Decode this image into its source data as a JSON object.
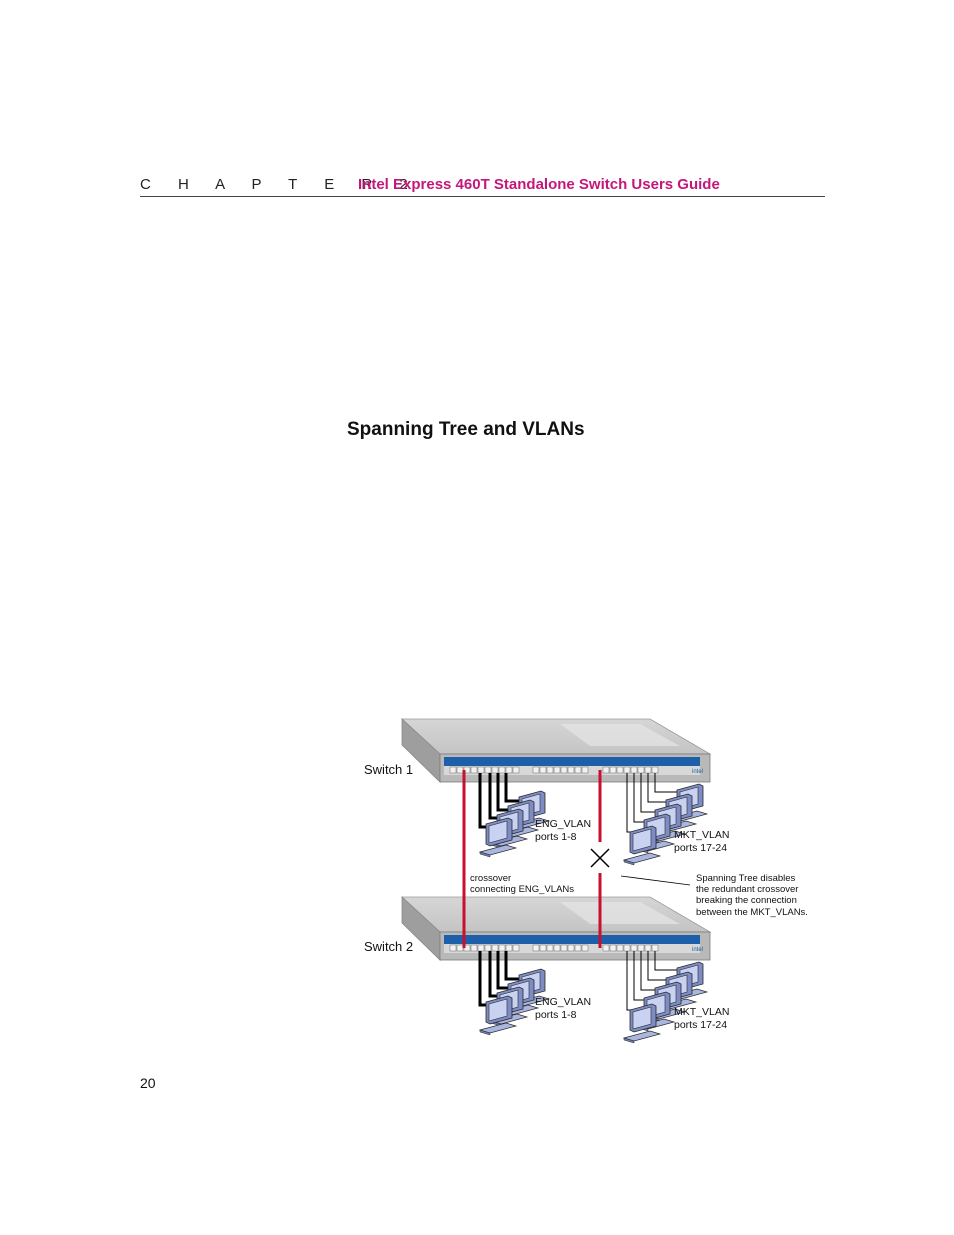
{
  "header": {
    "chapter": "C H A P T E R 2",
    "guide_title": "Intel Express 460T Standalone Switch Users Guide"
  },
  "section_title": "Spanning Tree and VLANs",
  "page_number": "20",
  "diagram": {
    "switch1_label": "Switch 1",
    "switch2_label": "Switch 2",
    "eng1": {
      "name": "ENG_VLAN",
      "ports": "ports 1-8"
    },
    "mkt1": {
      "name": "MKT_VLAN",
      "ports": "ports 17-24"
    },
    "eng2": {
      "name": "ENG_VLAN",
      "ports": "ports 1-8"
    },
    "mkt2": {
      "name": "MKT_VLAN",
      "ports": "ports 17-24"
    },
    "crossover": {
      "line1": "crossover",
      "line2": "connecting ENG_VLANs"
    },
    "spanning_note": {
      "line1": "Spanning Tree disables",
      "line2": "the redundant crossover",
      "line3": "breaking the connection",
      "line4": "between the MKT_VLANs."
    },
    "colors": {
      "crossover": "#c8102e",
      "accent": "#c4177c",
      "panel": "#1d5fa8",
      "pc": "#aab6e0"
    }
  }
}
